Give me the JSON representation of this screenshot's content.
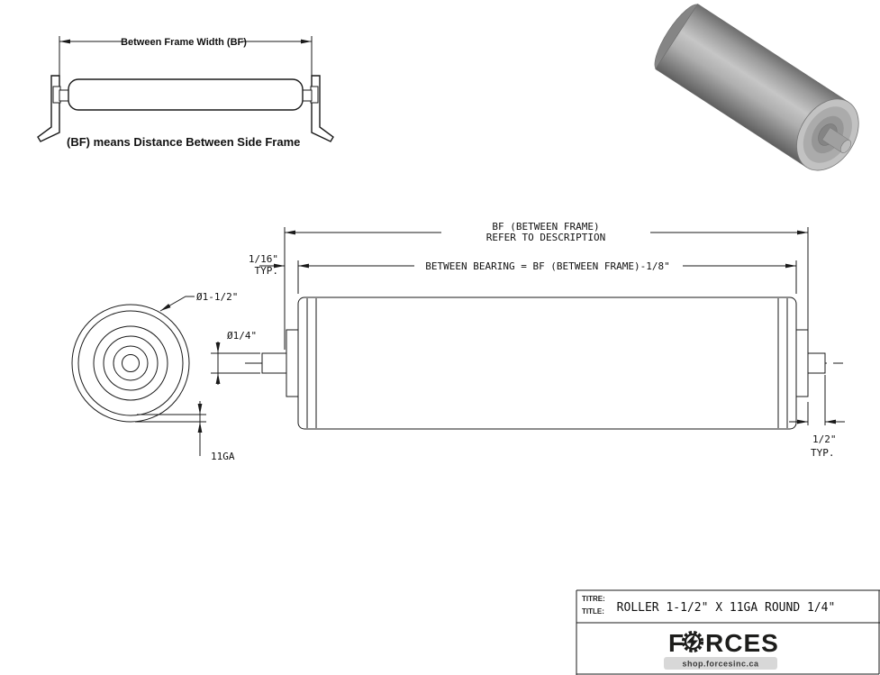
{
  "inset": {
    "dim_label": "Between Frame Width (BF)",
    "caption": "(BF) means Distance Between Side Frame"
  },
  "dims": {
    "bf_line1": "BF (BETWEEN FRAME)",
    "bf_line2": "REFER TO DESCRIPTION",
    "between_bearing": "BETWEEN BEARING = BF (BETWEEN FRAME)-1/8\"",
    "sixteenth": "1/16\"",
    "sixteenth_typ": "TYP.",
    "roller_dia": "Ø1-1/2\"",
    "shaft_dia": "Ø1/4\"",
    "gauge": "11GA",
    "half": "1/2\"",
    "half_typ": "TYP."
  },
  "title_block": {
    "titre_label": "TITRE:",
    "title_label": "TITLE:",
    "title": "ROLLER 1-1/2\" X 11GA ROUND 1/4\"",
    "brand_f": "F",
    "brand_rest": "RCES",
    "brand_site": "shop.forcesinc.ca"
  },
  "colors": {
    "line": "#1a1a1a",
    "brand_dark": "#1d1d1b",
    "site_strip": "#d8d8d8",
    "roller_light": "#c6c6c6",
    "roller_dark": "#5f5f5f"
  }
}
